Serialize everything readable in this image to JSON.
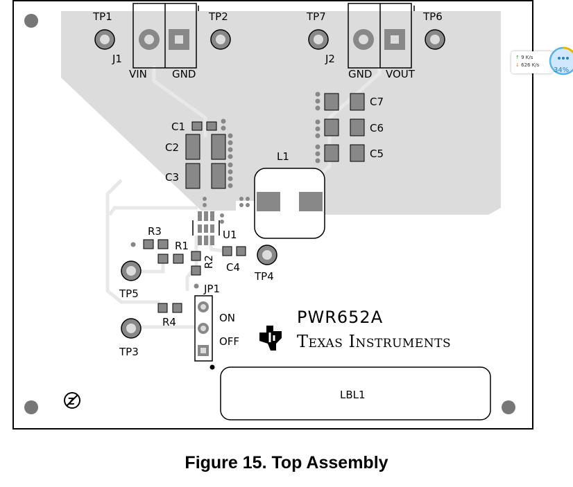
{
  "board": {
    "test_points": [
      "TP1",
      "TP2",
      "TP7",
      "TP6",
      "TP4",
      "TP5",
      "TP3"
    ],
    "connectors": [
      "J1",
      "J2"
    ],
    "connector_pins": [
      "VIN",
      "GND",
      "GND",
      "VOUT"
    ],
    "capacitors": [
      "C1",
      "C2",
      "C3",
      "C4",
      "C5",
      "C6",
      "C7"
    ],
    "resistors": [
      "R1",
      "R2",
      "R3",
      "R4"
    ],
    "inductor": "L1",
    "ic": "U1",
    "jumper": "JP1",
    "jumper_states": [
      "ON",
      "OFF"
    ],
    "part_number": "PWR652A",
    "brand": "Texas Instruments",
    "label_area": "LBL1",
    "board_color": "#dcdcdc",
    "copper_color": "#a8a8a8"
  },
  "caption": "Figure 15. Top Assembly",
  "network_widget": {
    "upload": "9  K/s",
    "download": "626 K/s",
    "percent": "34%"
  }
}
